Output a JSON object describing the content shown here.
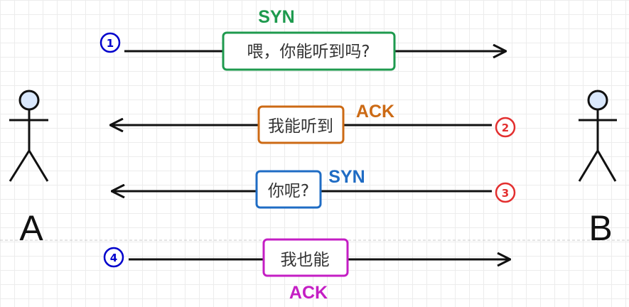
{
  "actors": [
    {
      "name": "A"
    },
    {
      "name": "B"
    }
  ],
  "messages": [
    {
      "step": "1",
      "text": "喂，你能听到吗?",
      "tag": "SYN",
      "direction": "right",
      "color": "#1e9a4e",
      "step_color": "#0000cc"
    },
    {
      "step": "2",
      "text": "我能听到",
      "tag": "ACK",
      "direction": "left",
      "color": "#cc6a14",
      "step_color": "#e33030"
    },
    {
      "step": "3",
      "text": "你呢?",
      "tag": "SYN",
      "direction": "left",
      "color": "#1f6cc4",
      "step_color": "#e33030"
    },
    {
      "step": "4",
      "text": "我也能",
      "tag": "ACK",
      "direction": "right",
      "color": "#c41ec4",
      "step_color": "#0000cc"
    }
  ]
}
